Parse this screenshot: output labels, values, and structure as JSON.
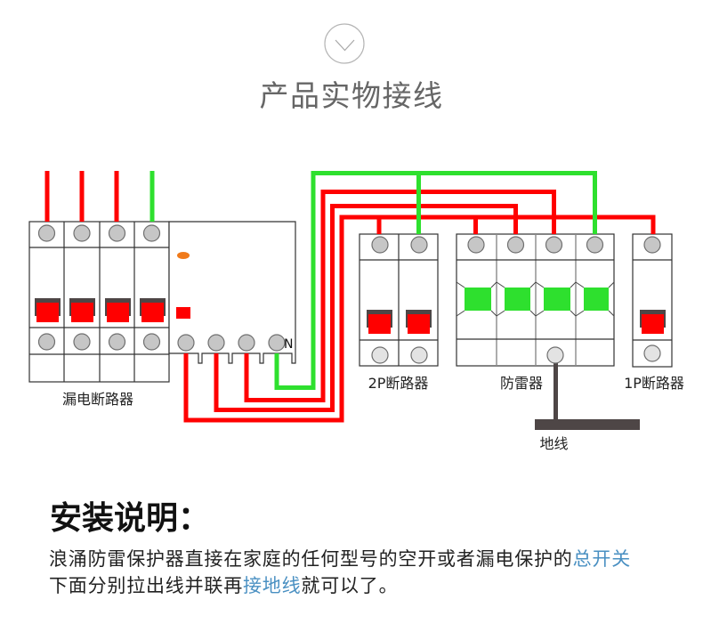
{
  "header": {
    "icon": "chevron-down-circle-icon",
    "title": "产品实物接线"
  },
  "colors": {
    "live_wire": "#ff0000",
    "neutral_wire": "#2ee02e",
    "ground_wire": "#4e4646",
    "toggle": "#ff0000",
    "surge_window": "#2ee02e",
    "indicator": "#f07a1a",
    "highlight_text": "#4a90c2"
  },
  "diagram": {
    "rcd_breaker": {
      "label": "漏电断路器",
      "neutral_marker": "N"
    },
    "breaker_2p": {
      "label": "2P断路器"
    },
    "surge_protector": {
      "label": "防雷器"
    },
    "breaker_1p": {
      "label": "1P断路器"
    },
    "ground": {
      "label": "地线"
    }
  },
  "instructions": {
    "heading": "安装说明：",
    "lines": [
      [
        {
          "text": "浪涌防雷保护器直接在家庭的任何型号的空开或者漏电保护的",
          "highlight": false
        },
        {
          "text": "总开关",
          "highlight": true
        }
      ],
      [
        {
          "text": "下面分别拉出线并联再",
          "highlight": false
        },
        {
          "text": "接地线",
          "highlight": true
        },
        {
          "text": "就可以了。",
          "highlight": false
        }
      ]
    ]
  }
}
